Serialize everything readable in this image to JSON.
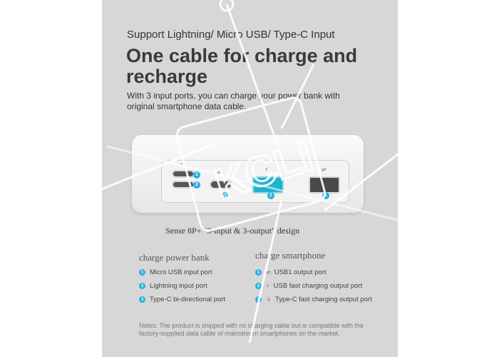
{
  "header": {
    "subtitle": "Support Lightning/ Micro USB/ Type-C Input",
    "headline": "One cable for charge and recharge",
    "description": "With 3 input ports, you can charge your power bank with original smartphone data cable."
  },
  "device": {
    "port_badges": [
      "1",
      "2",
      "3",
      "2",
      "1"
    ],
    "icons": [
      "micro-usb-icon",
      "type-c-icon",
      "fast-charge-icon",
      "usb-icon"
    ]
  },
  "design_caption": "Sense 8P+ \"3-input & 3-output\" design",
  "charge_power_bank": {
    "title": "charge power bank",
    "items": [
      {
        "num": "1",
        "label": "Micro USB input port"
      },
      {
        "num": "2",
        "label": "Lightning input port"
      },
      {
        "num": "3",
        "label": "Type-C bi-directional port"
      }
    ]
  },
  "charge_smartphone": {
    "title": "charge smartphone",
    "items": [
      {
        "num": "1",
        "label": "USB1 output port"
      },
      {
        "num": "2",
        "label": "USB fast charging output port"
      },
      {
        "num": "3",
        "label": "Type-C fast charging output port"
      }
    ]
  },
  "notes": "Notes: The product is shipped with no charging cable but is compatible with the factory-supplied data cable of mainstream smartphones on the market.",
  "colors": {
    "accent": "#23aee0",
    "panel": "#d7d7d7",
    "usb_fast": "#1fb3cf"
  }
}
